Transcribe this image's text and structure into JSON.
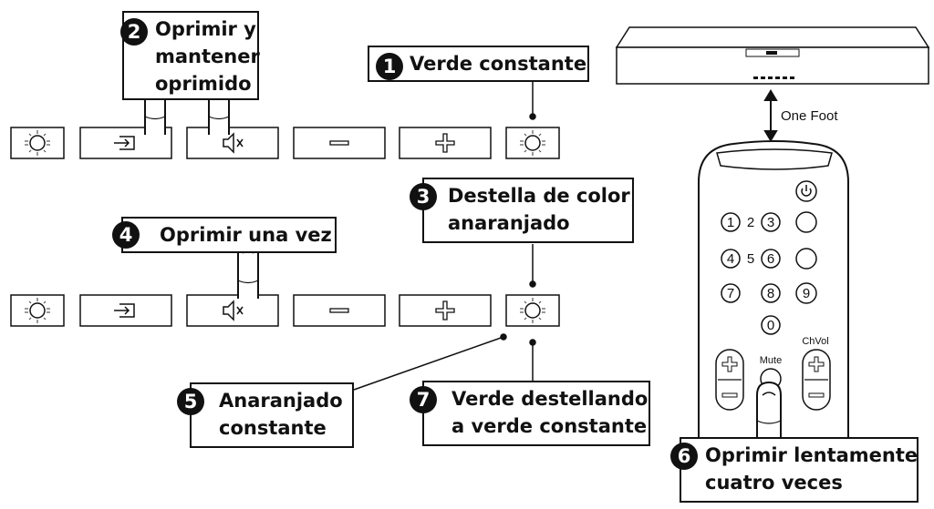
{
  "steps": {
    "s1": {
      "number": "1",
      "lines": [
        "Verde constante"
      ]
    },
    "s2": {
      "number": "2",
      "lines": [
        "Oprimir y",
        "mantener",
        "oprimido"
      ]
    },
    "s3": {
      "number": "3",
      "lines": [
        "Destella de color",
        "anaranjado"
      ]
    },
    "s4": {
      "number": "4",
      "lines": [
        "Oprimir una vez"
      ]
    },
    "s5": {
      "number": "5",
      "lines": [
        "Anaranjado",
        "constante"
      ]
    },
    "s6": {
      "number": "6",
      "lines": [
        "Oprimir lentamente",
        "cuatro veces"
      ]
    },
    "s7": {
      "number": "7",
      "lines": [
        "Verde destellando",
        "a verde constante"
      ]
    }
  },
  "remote": {
    "distance_label": "One Foot",
    "keypad": [
      "1",
      "2",
      "3",
      "4",
      "5",
      "6",
      "7",
      "8",
      "9",
      "0"
    ],
    "ch_vol_label": "ChVol",
    "mute_label": "Mute"
  },
  "panel_icons": [
    "led-icon",
    "input-icon",
    "mute-icon",
    "minus-icon",
    "plus-icon",
    "led-icon"
  ],
  "colors": {
    "ink": "#111111",
    "background": "#ffffff"
  }
}
